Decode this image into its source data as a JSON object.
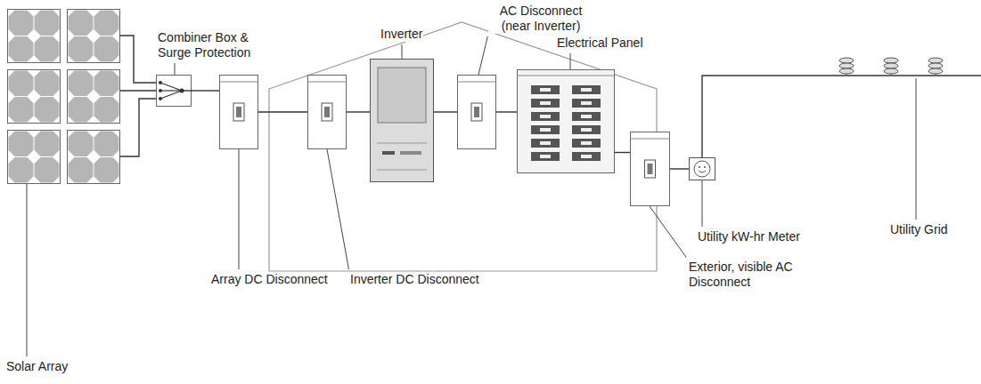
{
  "diagram": {
    "nodes": [
      {
        "text": [
          "Solar Array"
        ]
      },
      {
        "text": [
          "Combiner Box & Surge Protection"
        ]
      },
      {
        "text": [
          "Array DC Disconnect"
        ]
      },
      {
        "text": [
          "Inverter DC Disconnect"
        ]
      },
      {
        "text": [
          "Inverter"
        ]
      },
      {
        "text": [
          "AC Disconnect (near Inverter)"
        ]
      },
      {
        "text": [
          "Electrical Panel"
        ]
      },
      {
        "text": [
          "Exterior, visible AC Disconnect"
        ]
      },
      {
        "text": [
          "Utility kW-hr Meter"
        ]
      },
      {
        "text": [
          "Utility Grid"
        ]
      }
    ],
    "edges": [
      {
        "from": 0,
        "to": 1,
        "arrow": "none"
      },
      {
        "from": 1,
        "to": 2,
        "arrow": "none"
      },
      {
        "from": 2,
        "to": 3,
        "arrow": "none"
      },
      {
        "from": 3,
        "to": 4,
        "arrow": "none"
      },
      {
        "from": 4,
        "to": 5,
        "arrow": "none"
      },
      {
        "from": 5,
        "to": 6,
        "arrow": "none"
      },
      {
        "from": 6,
        "to": 7,
        "arrow": "none"
      },
      {
        "from": 7,
        "to": 8,
        "arrow": "none"
      },
      {
        "from": 8,
        "to": 9,
        "arrow": "none"
      }
    ]
  }
}
